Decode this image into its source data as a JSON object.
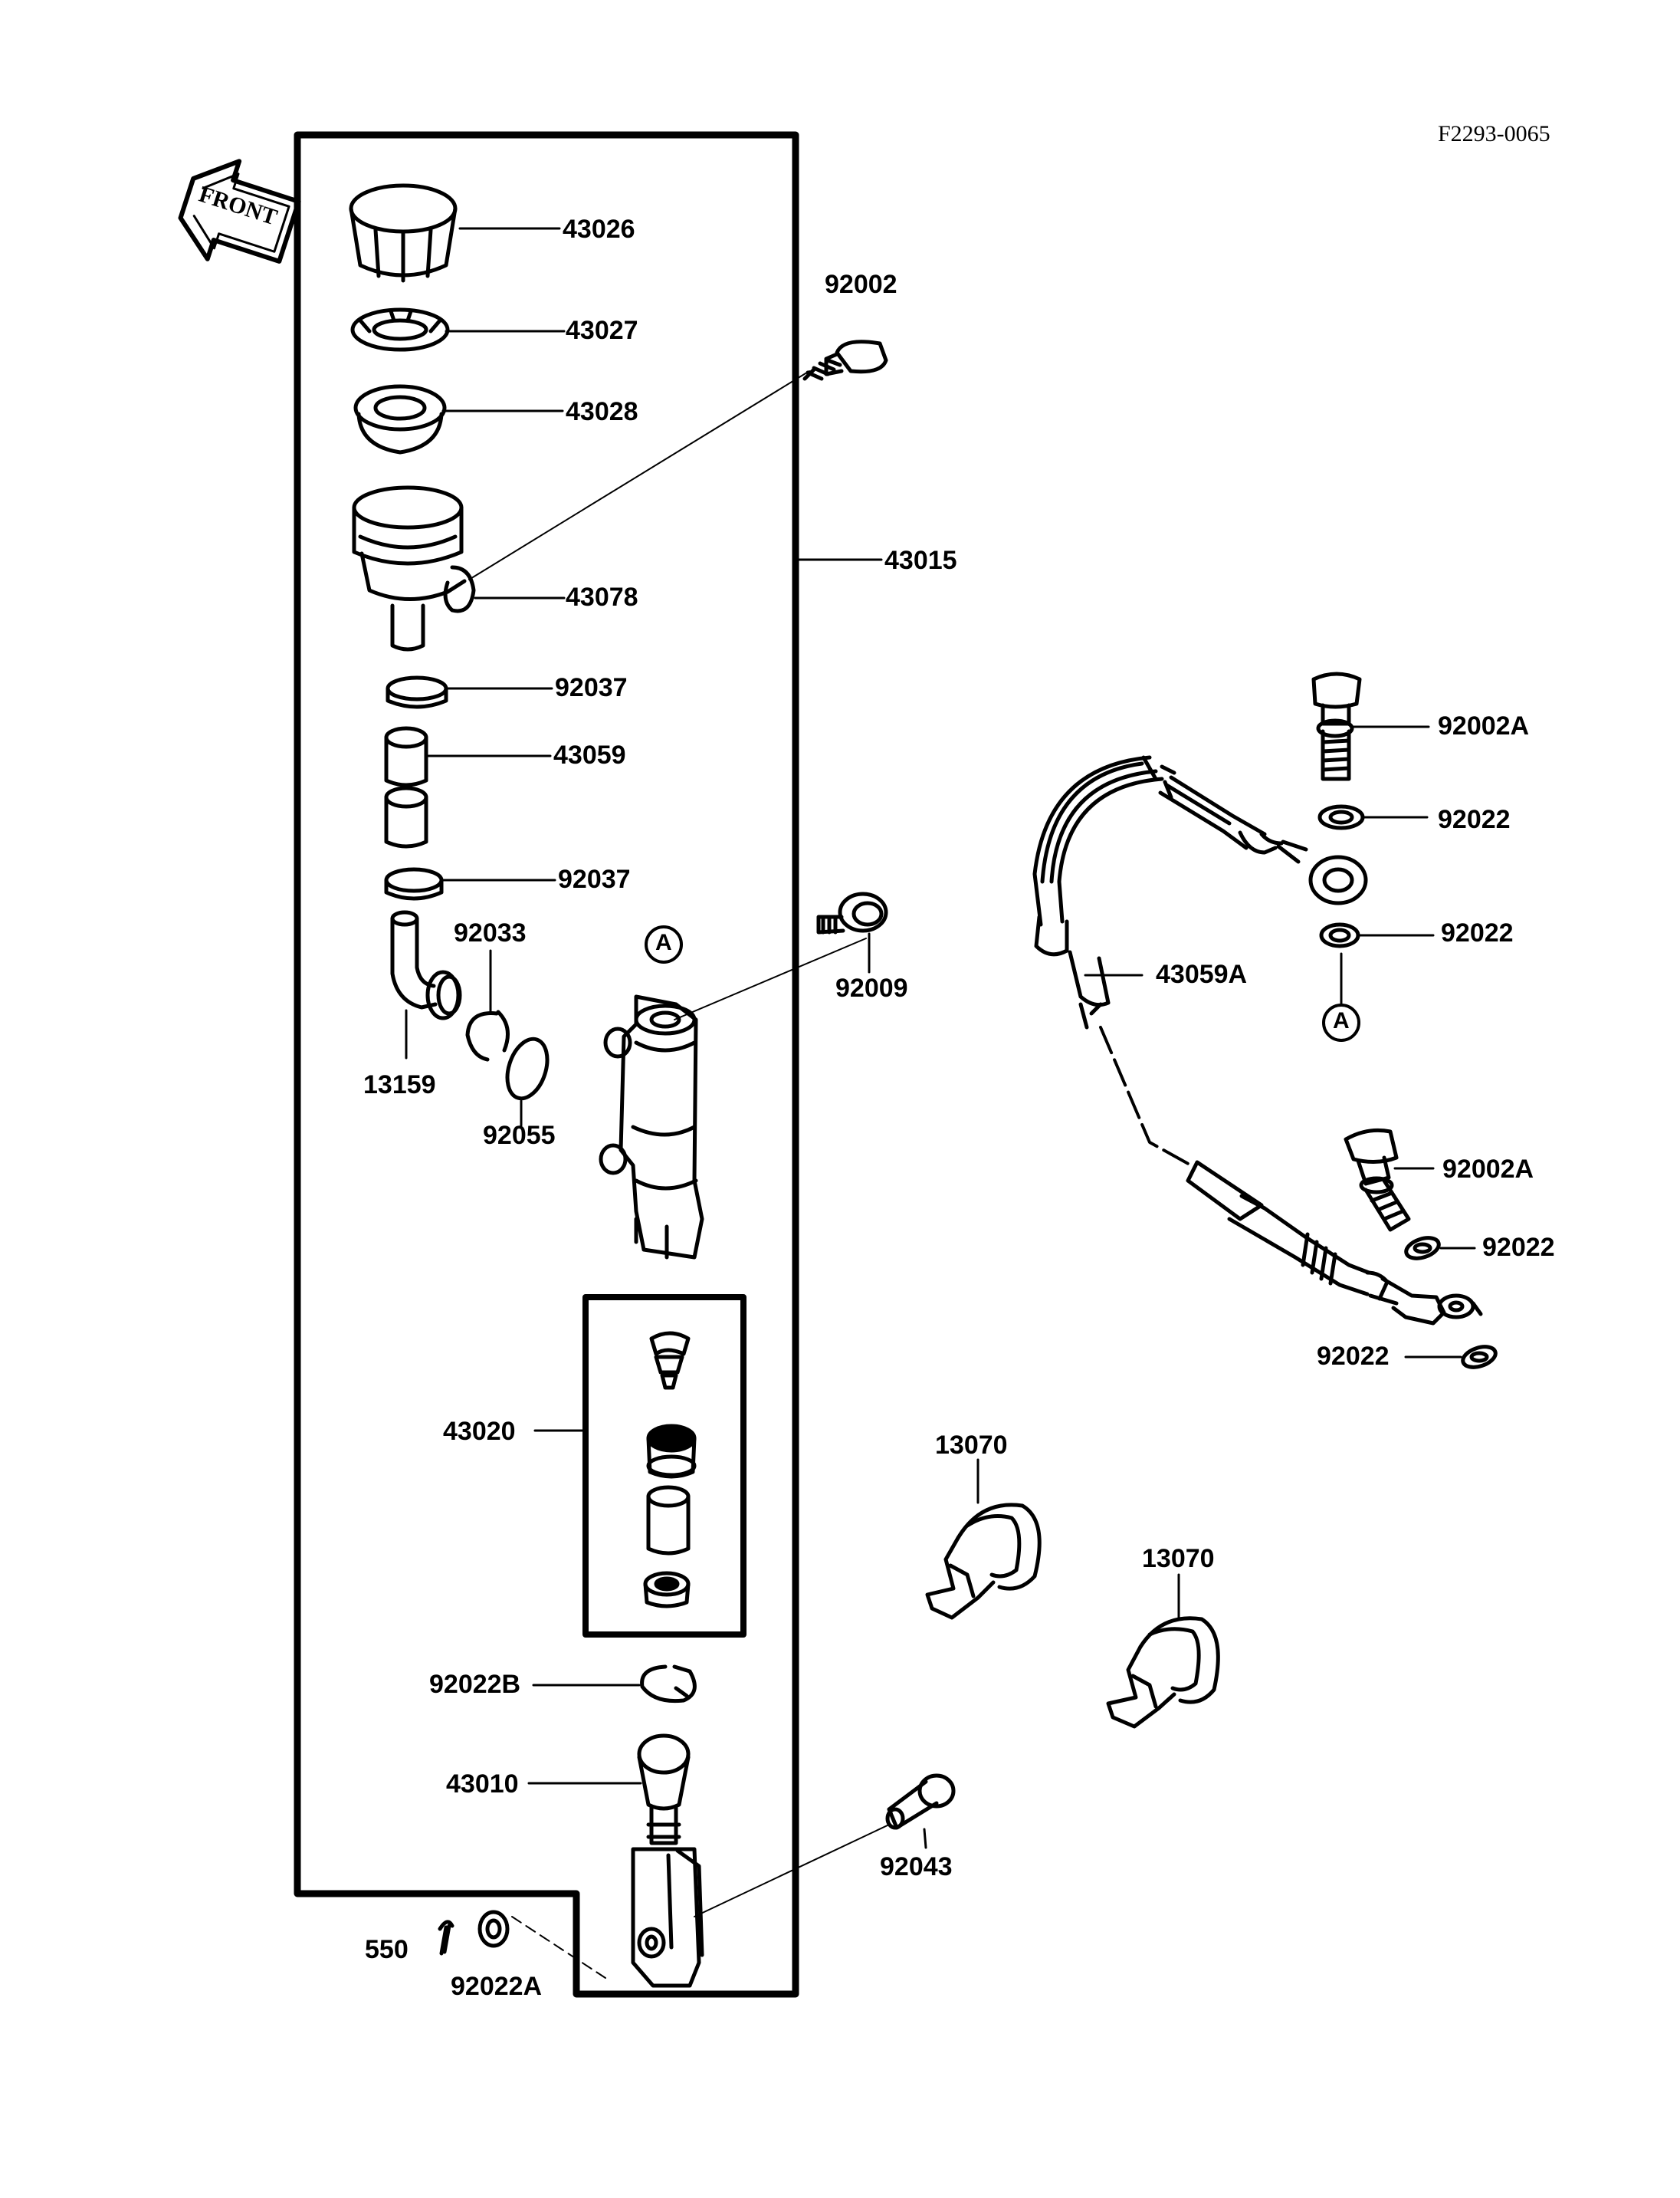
{
  "diagram": {
    "figure_code": "F2293-0065",
    "front_label": "FRONT",
    "callout_a": "A",
    "parts": {
      "p43026": "43026",
      "p43027": "43027",
      "p43028": "43028",
      "p92002": "92002",
      "p43015": "43015",
      "p43078": "43078",
      "p92037a": "92037",
      "p43059": "43059",
      "p92037b": "92037",
      "p92033": "92033",
      "p92009": "92009",
      "p13159": "13159",
      "p92055": "92055",
      "p43020": "43020",
      "p92022b": "92022B",
      "p43010": "43010",
      "p92043": "92043",
      "p550": "550",
      "p92022a_lower": "92022A",
      "p92002a_top": "92002A",
      "p92022_1": "92022",
      "p92022_2": "92022",
      "p43059a": "43059A",
      "p92002a_mid": "92002A",
      "p92022_3": "92022",
      "p92022_4": "92022",
      "p13070_1": "13070",
      "p13070_2": "13070"
    }
  }
}
